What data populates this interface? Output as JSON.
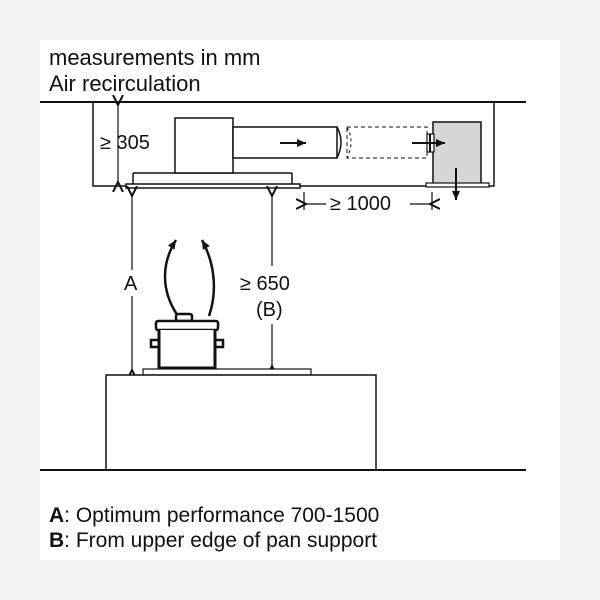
{
  "header": {
    "line1": "measurements in mm",
    "line2": "Air recirculation"
  },
  "dimensions": {
    "height_min": "≥ 305",
    "duct_length_min": "≥ 1000",
    "label_a": "A",
    "clearance_min": "≥ 650",
    "clearance_ref": "(B)"
  },
  "legend": [
    {
      "key": "A",
      "text": ": Optimum performance 700-1500"
    },
    {
      "key": "B",
      "text": ": From upper edge of pan support"
    }
  ],
  "colors": {
    "line": "#111111",
    "module_fill": "#d6d6d6",
    "background": "#f2f2f2"
  }
}
